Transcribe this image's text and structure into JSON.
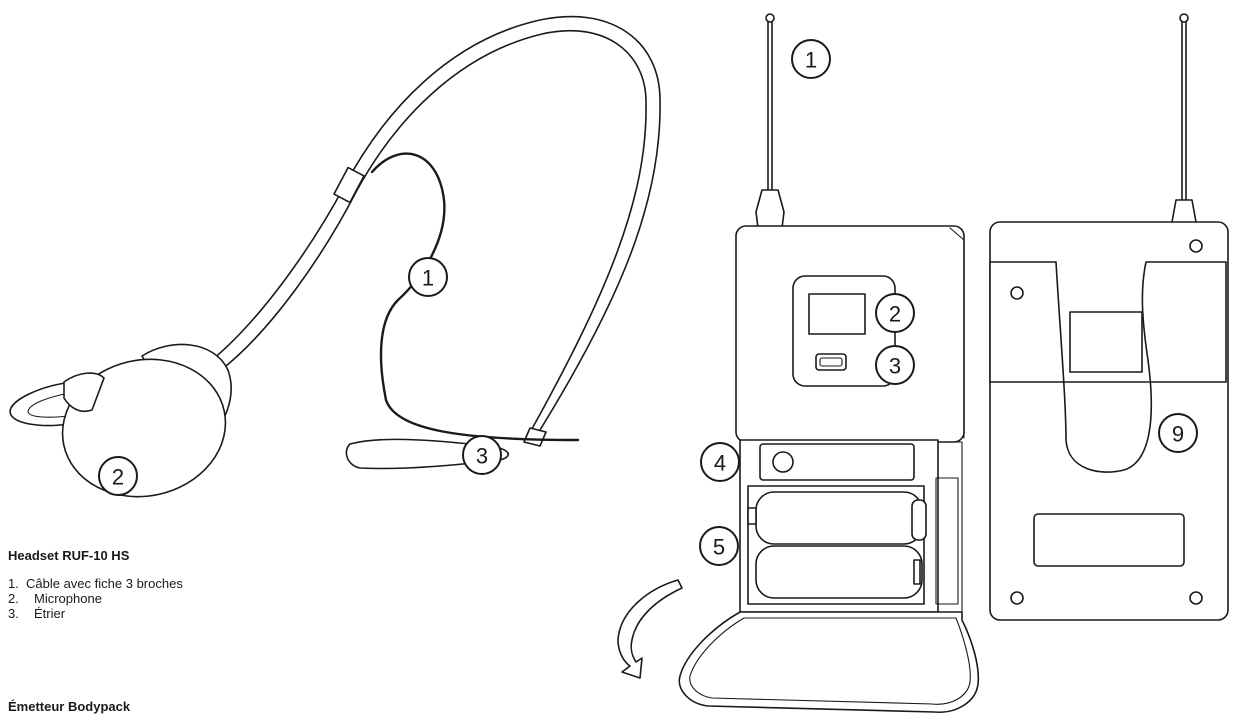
{
  "headset_legend": {
    "title": "Headset RUF-10 HS",
    "items": [
      {
        "num": "1.",
        "label": "Câble avec fiche 3 broches"
      },
      {
        "num": "2.",
        "label": "Microphone"
      },
      {
        "num": "3.",
        "label": "Étrier"
      }
    ]
  },
  "bodypack_legend": {
    "title": "Émetteur Bodypack"
  },
  "headset_callouts": {
    "cable": "1",
    "microphone": "2",
    "stirrup": "3"
  },
  "bodypack_front_callouts": {
    "antenna": "1",
    "display": "2",
    "button": "3",
    "panel": "4",
    "battery": "5"
  },
  "bodypack_back_callouts": {
    "clip": "9"
  },
  "colors": {
    "line": "#1a1a1a",
    "background": "#ffffff"
  }
}
